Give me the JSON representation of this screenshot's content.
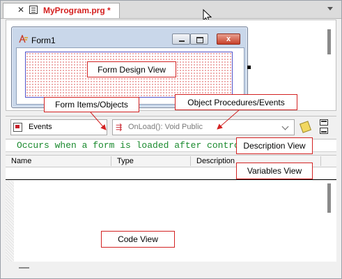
{
  "tab": {
    "title": "MyProgram.prg *",
    "close_glyph": "✕"
  },
  "form": {
    "caption": "Form1",
    "close_glyph": "x"
  },
  "toolbar": {
    "object_combo_value": "Events",
    "procedure_combo_value": "OnLoad(): Void Public"
  },
  "description": {
    "text": "Occurs when a form is loaded after controls are added"
  },
  "variables": {
    "columns": [
      "Name",
      "Type",
      "Description"
    ]
  },
  "callouts": {
    "form_design_view": "Form Design View",
    "form_items_objects": "Form Items/Objects",
    "object_procedures_events": "Object Procedures/Events",
    "description_view": "Description View",
    "variables_view": "Variables View",
    "code_view": "Code View"
  },
  "icons": {
    "tab_close": "close-icon",
    "file": "file-icon",
    "form_app": "form-app-icon",
    "events": "events-icon",
    "procedure": "procedure-icon",
    "note": "note-icon",
    "panel_collapse": "panel-collapse-icon",
    "panel_expand": "panel-expand-icon"
  },
  "colors": {
    "tab_title": "#d4201f",
    "callout_border": "#d32222",
    "description_text": "#1a8a2e"
  }
}
